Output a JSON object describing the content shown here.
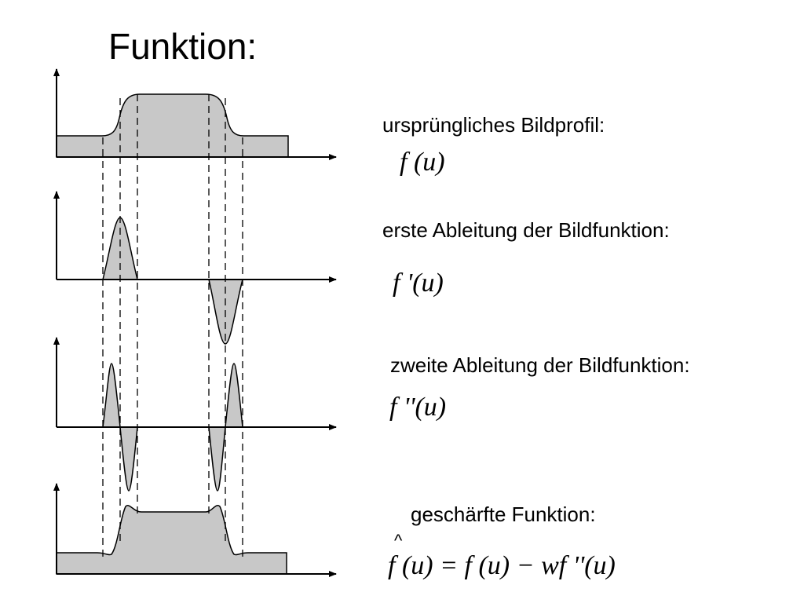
{
  "title": "Funktion:",
  "rows": [
    {
      "label": "ursprüngliches Bildprofil:",
      "formula": "f (u)"
    },
    {
      "label": "erste Ableitung der Bildfunktion:",
      "formula": "f '(u)"
    },
    {
      "label": "zweite Ableitung der Bildfunktion:",
      "formula": "f ''(u)"
    },
    {
      "label": "geschärfte Funktion:",
      "formula": "f (u) = f (u) − wf ''(u)",
      "hat": "^"
    }
  ],
  "colors": {
    "fill": "#c8c8c8",
    "stroke": "#000000"
  }
}
